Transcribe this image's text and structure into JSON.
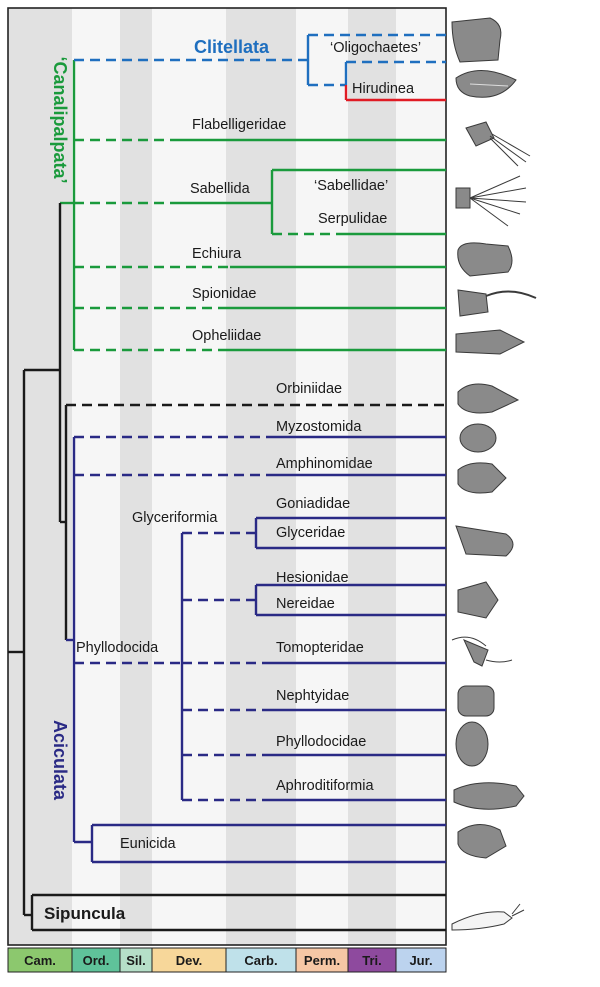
{
  "colors": {
    "canalipalpata": "#1a9a3c",
    "aciculata": "#2a2a85",
    "clitellata": "#1f6fbf",
    "hirudinea": "#e01b24",
    "outgroup": "#1a1a1a",
    "band_dark": "#e1e1e1",
    "band_light": "#f6f6f6"
  },
  "clades": {
    "canalipalpata": "‘Canalipalpata’",
    "aciculata": "Aciculata",
    "clitellata": "Clitellata"
  },
  "taxa": {
    "oligochaetes": "‘Oligochaetes’",
    "hirudinea": "Hirudinea",
    "flabelligeridae": "Flabelligeridae",
    "sabellida": "Sabellida",
    "sabellidae": "‘Sabellidae’",
    "serpulidae": "Serpulidae",
    "echiura": "Echiura",
    "spionidae": "Spionidae",
    "opheliidae": "Opheliidae",
    "orbiniidae": "Orbiniidae",
    "myzostomida": "Myzostomida",
    "amphinomidae": "Amphinomidae",
    "glyceriformia": "Glyceriformia",
    "goniadidae": "Goniadidae",
    "glyceridae": "Glyceridae",
    "hesionidae": "Hesionidae",
    "nereidae": "Nereidae",
    "phyllodocida": "Phyllodocida",
    "tomopteridae": "Tomopteridae",
    "nephtyidae": "Nephtyidae",
    "phyllodocidae": "Phyllodocidae",
    "aphroditiformia": "Aphroditiformia",
    "eunicida": "Eunicida",
    "sipuncula": "Sipuncula"
  },
  "periods": [
    {
      "label": "Cam.",
      "color": "#8cc86e"
    },
    {
      "label": "Ord.",
      "color": "#5fc29a"
    },
    {
      "label": "Sil.",
      "color": "#b5dfc8"
    },
    {
      "label": "Dev.",
      "color": "#f7d79a"
    },
    {
      "label": "Carb.",
      "color": "#bfe1ea"
    },
    {
      "label": "Perm.",
      "color": "#f6c7a5"
    },
    {
      "label": "Tri.",
      "color": "#8e4a9e"
    },
    {
      "label": "Jur.",
      "color": "#bcd3ee"
    }
  ],
  "icons": [
    "clitellate-worm-icon",
    "leech-icon",
    "flabelligerid-icon",
    "sabellid-fan-worm-icon",
    "echiuran-icon",
    "spionid-icon",
    "opheliid-icon",
    "orbiniid-icon",
    "myzostomid-icon",
    "amphinomid-icon",
    "glycerid-icon",
    "nereid-icon",
    "tomopterid-icon",
    "nephtyid-icon",
    "phyllodocid-icon",
    "aphroditiform-icon",
    "eunicid-icon",
    "sipunculan-icon"
  ]
}
